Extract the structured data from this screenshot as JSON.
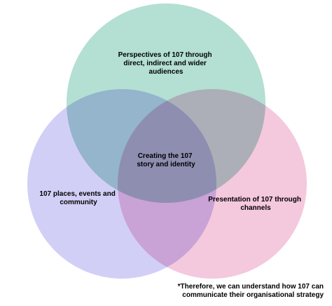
{
  "diagram": {
    "type": "venn",
    "circles": [
      {
        "id": "top",
        "lines": [
          "Perspectives of 107 through",
          "direct, indirect and wider",
          "audiences"
        ],
        "color": "#b4dfd3"
      },
      {
        "id": "left",
        "lines": [
          "107 places, events and",
          "community"
        ],
        "color": "#d2cff7"
      },
      {
        "id": "right",
        "lines": [
          "Presentation of 107 through",
          "channels"
        ],
        "color": "#f4c8dd"
      }
    ],
    "center": {
      "lines": [
        "Creating the 107",
        "story and identity"
      ]
    }
  },
  "footnote": {
    "lines": [
      "*Therefore, we can understand how 107 can",
      "communicate their organisational strategy"
    ]
  }
}
